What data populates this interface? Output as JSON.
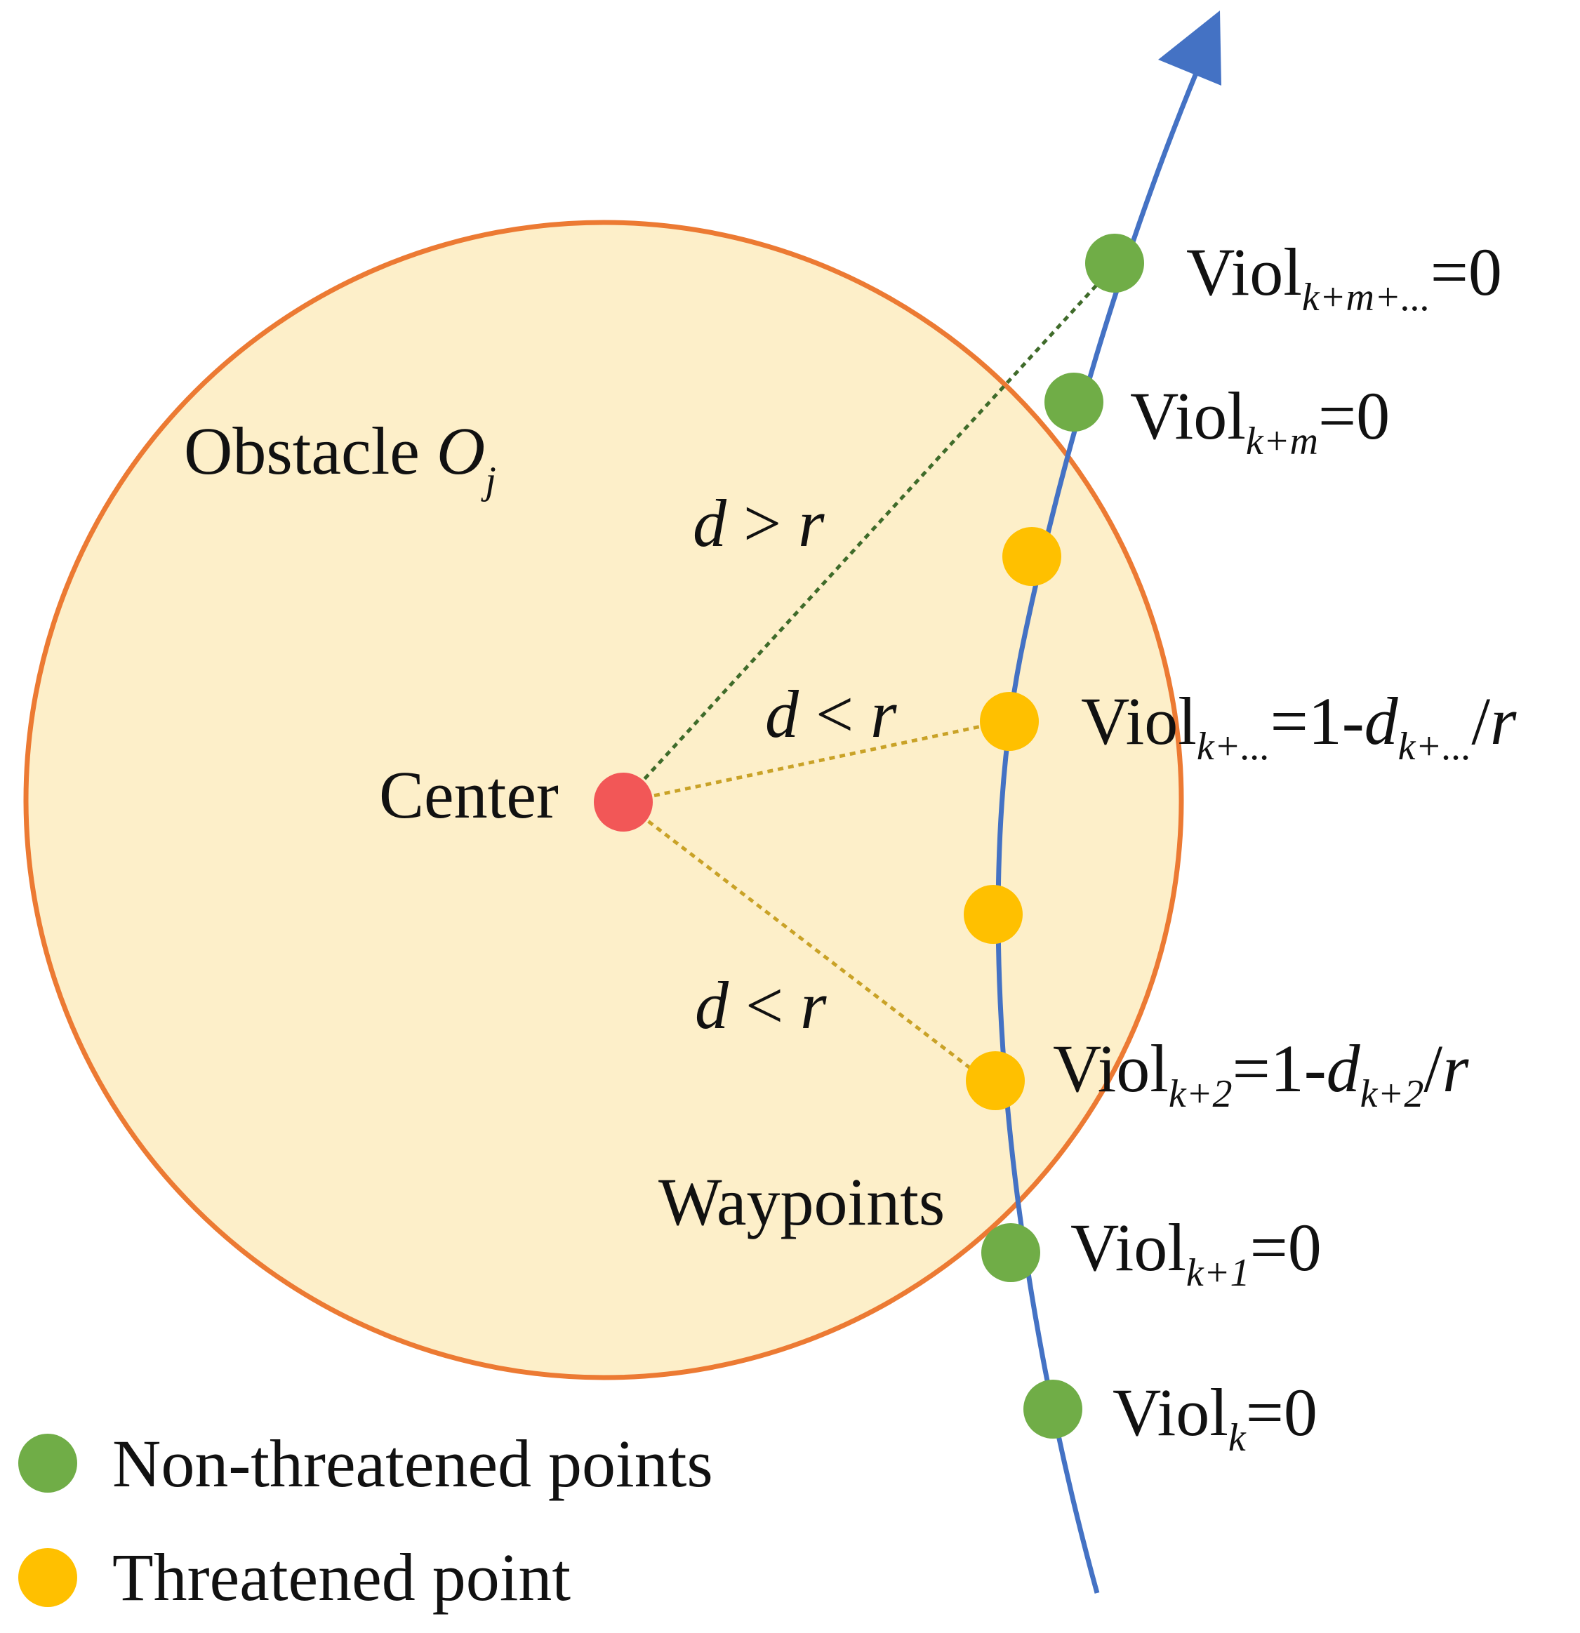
{
  "colors": {
    "obstacle_fill": "#fdefc9",
    "obstacle_stroke": "#ec7a33",
    "path": "#4472c4",
    "non_threatened": "#70ad47",
    "threatened": "#ffc000",
    "center": "#f25757",
    "line_far": "#3f6b2a",
    "line_near": "#c9a227"
  },
  "obstacle": {
    "label": "Obstacle ",
    "symbol": "O",
    "symbol_sub": "j"
  },
  "center_label": "Center",
  "waypoints_label": "Waypoints",
  "distance_labels": {
    "far": {
      "d": "d",
      "op": " > ",
      "r": "r"
    },
    "near_upper": {
      "d": "d",
      "op": " < ",
      "r": "r"
    },
    "near_lower": {
      "d": "d",
      "op": " < ",
      "r": "r"
    }
  },
  "viol_labels": [
    {
      "base": "Viol",
      "sub": "k+m+...",
      "rest": "=0",
      "frac": null
    },
    {
      "base": "Viol",
      "sub": "k+m",
      "rest": "=0",
      "frac": null
    },
    {
      "base": "Viol",
      "sub": "k+...",
      "rest": "=1-",
      "frac": {
        "d": "d",
        "dsub": "k+...",
        "slash": "/",
        "r": "r"
      }
    },
    {
      "base": "Viol",
      "sub": "k+2",
      "rest": "=1-",
      "frac": {
        "d": "d",
        "dsub": "k+2",
        "slash": "/",
        "r": "r"
      }
    },
    {
      "base": "Viol",
      "sub": "k+1",
      "rest": "=0",
      "frac": null
    },
    {
      "base": "Viol",
      "sub": "k",
      "rest": "=0",
      "frac": null
    }
  ],
  "legend": [
    {
      "label": "Non-threatened points",
      "kind": "non_threatened"
    },
    {
      "label": "Threatened point",
      "kind": "threatened"
    }
  ]
}
